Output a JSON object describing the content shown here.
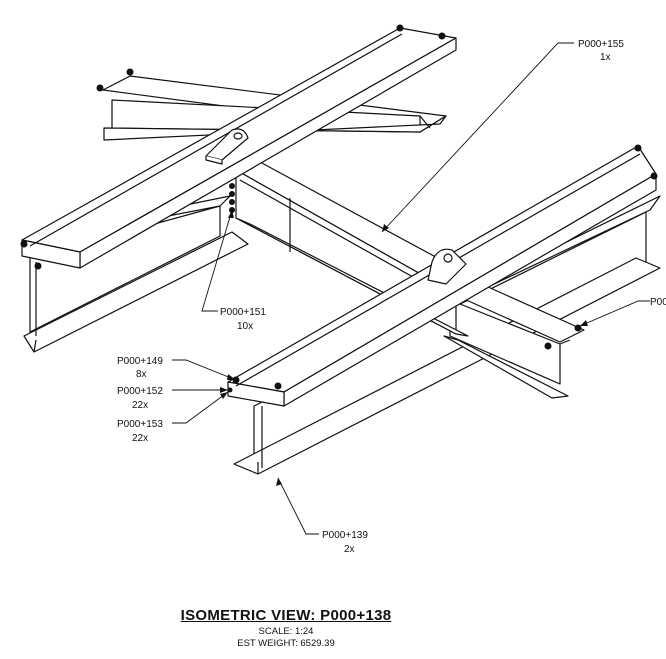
{
  "callouts": {
    "p155": {
      "part": "P000+155",
      "qty": "1x"
    },
    "p151": {
      "part": "P000+151",
      "qty": "10x"
    },
    "p149": {
      "part": "P000+149",
      "qty": "8x"
    },
    "p152": {
      "part": "P000+152",
      "qty": "22x"
    },
    "p153": {
      "part": "P000+153",
      "qty": "22x"
    },
    "p139": {
      "part": "P000+139",
      "qty": "2x"
    },
    "p_right": {
      "part": "P00"
    }
  },
  "title_block": {
    "title": "ISOMETRIC VIEW: P000+138",
    "scale": "SCALE: 1:24",
    "weight": "EST WEIGHT: 6529.39"
  }
}
